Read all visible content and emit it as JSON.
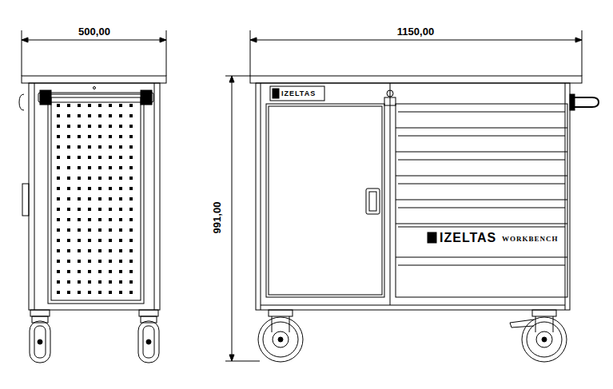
{
  "diagram": {
    "labels": [
      "500,00",
      "1150,00",
      "991,00",
      "IZELTAS",
      "IZELTAS",
      "WORKBENCH"
    ]
  }
}
